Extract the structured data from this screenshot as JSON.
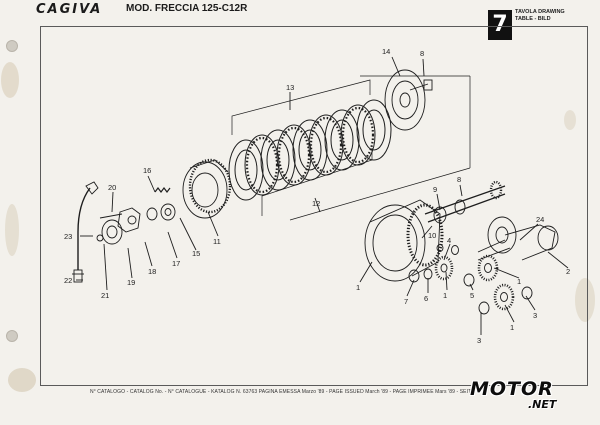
{
  "header": {
    "brand": "CAGIVA",
    "model": "MOD. FRECCIA 125-C12R",
    "table_number": "7",
    "table_label_line1": "TAVOLA DRAWING",
    "table_label_line2": "TABLE - BILD"
  },
  "callouts": [
    "1",
    "1",
    "1",
    "1",
    "2",
    "3",
    "3",
    "4",
    "5",
    "6",
    "7",
    "8",
    "8",
    "9",
    "10",
    "11",
    "12",
    "13",
    "14",
    "15",
    "16",
    "17",
    "18",
    "19",
    "20",
    "21",
    "22",
    "23",
    "24"
  ],
  "footer": {
    "text": "N° CATALOGO - CATALOG No. - N° CATALOGUE - KATALOG N. 63763 PAGINA EMESSA Marzo '89 - PAGE ISSUED March '89 - PAGE IMPRIMEE Mars '89 - SEITE"
  },
  "watermark": {
    "brand": "MOTOR",
    "domain": ".NET"
  },
  "colors": {
    "paper": "#f3f1ec",
    "ink": "#1b1b1b",
    "stain": "#c9b79a"
  }
}
